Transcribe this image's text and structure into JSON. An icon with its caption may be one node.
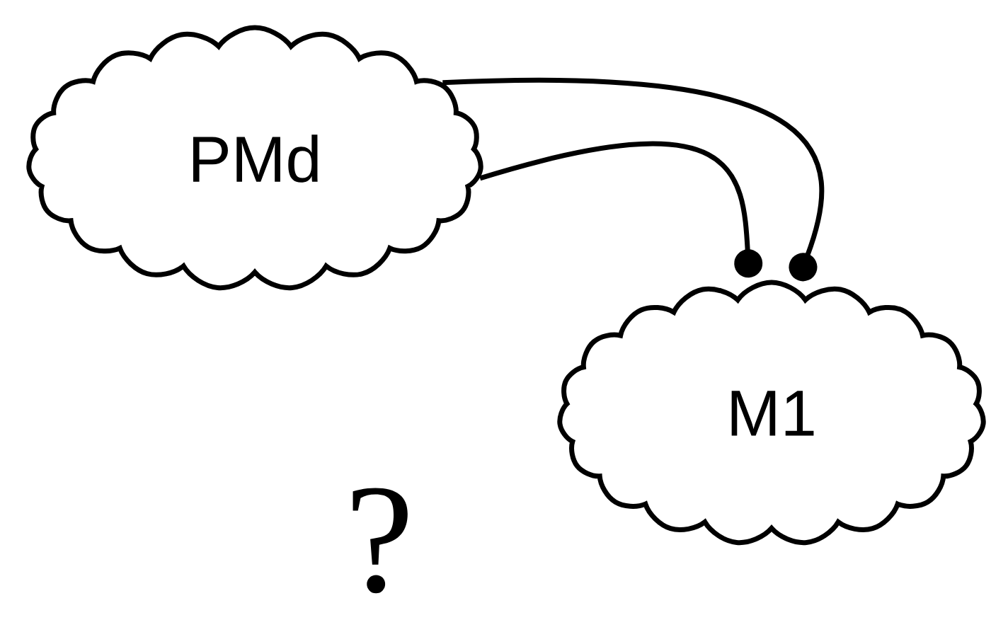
{
  "diagram": {
    "nodes": [
      {
        "text": [
          "PMd"
        ]
      },
      {
        "text": [
          "M1"
        ]
      }
    ],
    "edges": [
      {
        "from": 0,
        "to": 1,
        "arrow": "other"
      },
      {
        "from": 0,
        "to": 1,
        "arrow": "other"
      }
    ],
    "labels": [
      "?"
    ]
  }
}
